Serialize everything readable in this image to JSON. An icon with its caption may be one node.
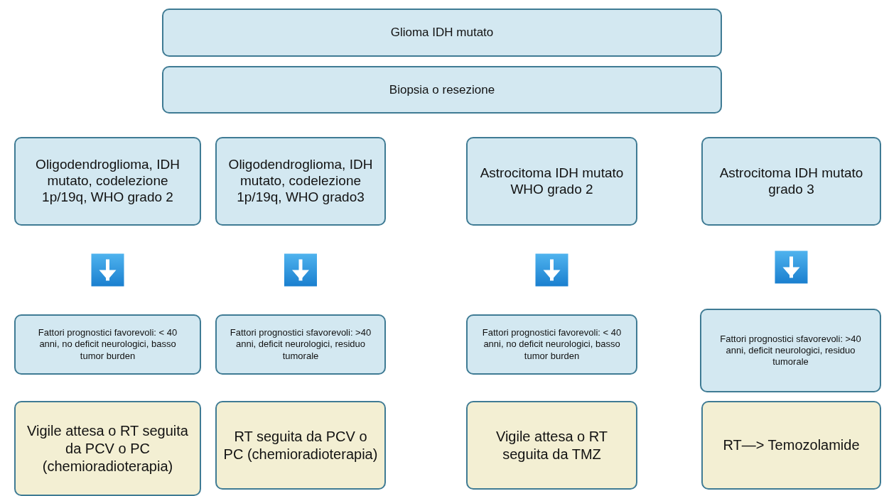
{
  "diagram": {
    "nodes": [
      {
        "text": [
          "Glioma  IDH mutato"
        ]
      },
      {
        "text": [
          "Biopsia o resezione"
        ]
      },
      {
        "text": [
          "Oligodendroglioma, IDH mutato, codelezione 1p/19q, WHO grado 2"
        ]
      },
      {
        "text": [
          "Oligodendroglioma, IDH mutato, codelezione 1p/19q, WHO grado3"
        ]
      },
      {
        "text": [
          "Astrocitoma IDH mutato WHO grado 2"
        ]
      },
      {
        "text": [
          "Astrocitoma IDH mutato grado 3"
        ]
      },
      {
        "text": [
          "Fattori prognostici favorevoli: < 40 anni, no deficit neurologici, basso tumor burden"
        ]
      },
      {
        "text": [
          "Fattori prognostici sfavorevoli: >40 anni,  deficit neurologici, residuo tumorale"
        ]
      },
      {
        "text": [
          "Fattori prognostici favorevoli: < 40 anni, no deficit neurologici, basso tumor burden"
        ]
      },
      {
        "text": [
          "Fattori prognostici sfavorevoli: >40 anni,  deficit neurologici, residuo tumorale"
        ]
      },
      {
        "text": [
          "Vigile attesa o RT seguita da PCV o PC (chemioradioterapia)"
        ]
      },
      {
        "text": [
          "RT seguita da PCV o PC (chemioradioterapia)"
        ]
      },
      {
        "text": [
          "Vigile attesa o RT seguita da TMZ"
        ]
      },
      {
        "text": [
          "RT—> Temozolamide"
        ]
      }
    ],
    "edges": [
      {
        "from": 2,
        "to": 6,
        "arrow": "to"
      },
      {
        "from": 3,
        "to": 7,
        "arrow": "to"
      },
      {
        "from": 4,
        "to": 8,
        "arrow": "to"
      },
      {
        "from": 5,
        "to": 9,
        "arrow": "to"
      }
    ]
  }
}
